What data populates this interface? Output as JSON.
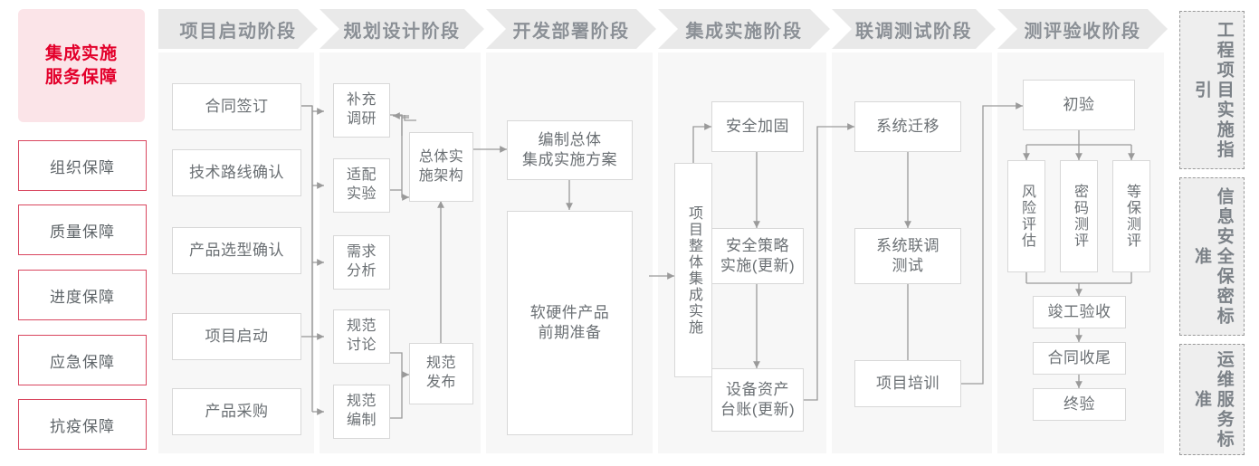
{
  "left_column": {
    "title": "集成实施\n服务保障",
    "title_line1": "集成实施",
    "title_line2": "服务保障",
    "accent_color": "#e3002b",
    "accent_bg": "#fbe4e8",
    "items": [
      {
        "label": "组织保障"
      },
      {
        "label": "质量保障"
      },
      {
        "label": "进度保障"
      },
      {
        "label": "应急保障"
      },
      {
        "label": "抗疫保障"
      }
    ]
  },
  "stages": [
    {
      "id": "stage-1",
      "header": "项目启动阶段",
      "nodes": [
        {
          "id": "n-hetongqianding",
          "label": "合同签订"
        },
        {
          "id": "n-jishuluxian",
          "label": "技术路线确认"
        },
        {
          "id": "n-chanpinxuanxing",
          "label": "产品选型确认"
        },
        {
          "id": "n-xiangmuqidong",
          "label": "项目启动"
        },
        {
          "id": "n-chanpincaigou",
          "label": "产品采购"
        }
      ]
    },
    {
      "id": "stage-2",
      "header": "规划设计阶段",
      "nodes": [
        {
          "id": "n-buchongdiaoyan",
          "label": "补充\n调研",
          "l1": "补充",
          "l2": "调研"
        },
        {
          "id": "n-shipeishiyan",
          "label": "适配\n实验",
          "l1": "适配",
          "l2": "实验"
        },
        {
          "id": "n-xuqiufenxi",
          "label": "需求\n分析",
          "l1": "需求",
          "l2": "分析"
        },
        {
          "id": "n-guifantaolun",
          "label": "规范\n讨论",
          "l1": "规范",
          "l2": "讨论"
        },
        {
          "id": "n-guifanbianzhi",
          "label": "规范\n编制",
          "l1": "规范",
          "l2": "编制"
        },
        {
          "id": "n-zongtishishi",
          "label": "总体实\n施架构",
          "l1": "总体实",
          "l2": "施架构"
        },
        {
          "id": "n-guifanfabu",
          "label": "规范\n发布",
          "l1": "规范",
          "l2": "发布"
        }
      ]
    },
    {
      "id": "stage-3",
      "header": "开发部署阶段",
      "nodes": [
        {
          "id": "n-bianzhizongti",
          "label": "编制总体\n集成实施方案",
          "l1": "编制总体",
          "l2": "集成实施方案"
        },
        {
          "id": "n-ruanyingjian",
          "label": "软硬件产品\n前期准备",
          "l1": "软硬件产品",
          "l2": "前期准备"
        }
      ]
    },
    {
      "id": "stage-4",
      "header": "集成实施阶段",
      "nodes": [
        {
          "id": "n-xiangmuzhengti",
          "label": "项目整体集成实施",
          "vertical": true
        },
        {
          "id": "n-anquanjiagu",
          "label": "安全加固"
        },
        {
          "id": "n-anquancelue",
          "label": "安全策略\n实施(更新)",
          "l1": "安全策略",
          "l2": "实施(更新)"
        },
        {
          "id": "n-shebeizichan",
          "label": "设备资产\n台账(更新)",
          "l1": "设备资产",
          "l2": "台账(更新)"
        }
      ]
    },
    {
      "id": "stage-5",
      "header": "联调测试阶段",
      "nodes": [
        {
          "id": "n-xitongqianyi",
          "label": "系统迁移"
        },
        {
          "id": "n-xitongliandiao",
          "label": "系统联调\n测试",
          "l1": "系统联调",
          "l2": "测试"
        },
        {
          "id": "n-xiangmupeixun",
          "label": "项目培训"
        }
      ]
    },
    {
      "id": "stage-6",
      "header": "测评验收阶段",
      "nodes": [
        {
          "id": "n-chuyan",
          "label": "初验"
        },
        {
          "id": "n-fengxianpinggu",
          "label": "风险评估",
          "vertical": true
        },
        {
          "id": "n-mimaceping",
          "label": "密码测评",
          "vertical": true
        },
        {
          "id": "n-dengbaoceping",
          "label": "等保测评",
          "vertical": true
        },
        {
          "id": "n-jungongyanshou",
          "label": "竣工验收"
        },
        {
          "id": "n-hetongshouwei",
          "label": "合同收尾"
        },
        {
          "id": "n-zhongyan",
          "label": "终验"
        }
      ]
    }
  ],
  "right_panels": [
    {
      "id": "panel-engineering",
      "label": "工程项目实施指引"
    },
    {
      "id": "panel-security",
      "label": "信息安全保密标准"
    },
    {
      "id": "panel-operations",
      "label": "运维服务标准"
    }
  ],
  "colors": {
    "stage_header_bg": "#e9e9e9",
    "stage_header_text": "#8b9096",
    "stage_body_bg": "#f7f7f7",
    "node_border": "#d8d8d8",
    "node_text": "#6b7074",
    "connector": "#9a9a9a",
    "panel_bg": "#eeeeee",
    "panel_border": "#9a9a9a"
  }
}
